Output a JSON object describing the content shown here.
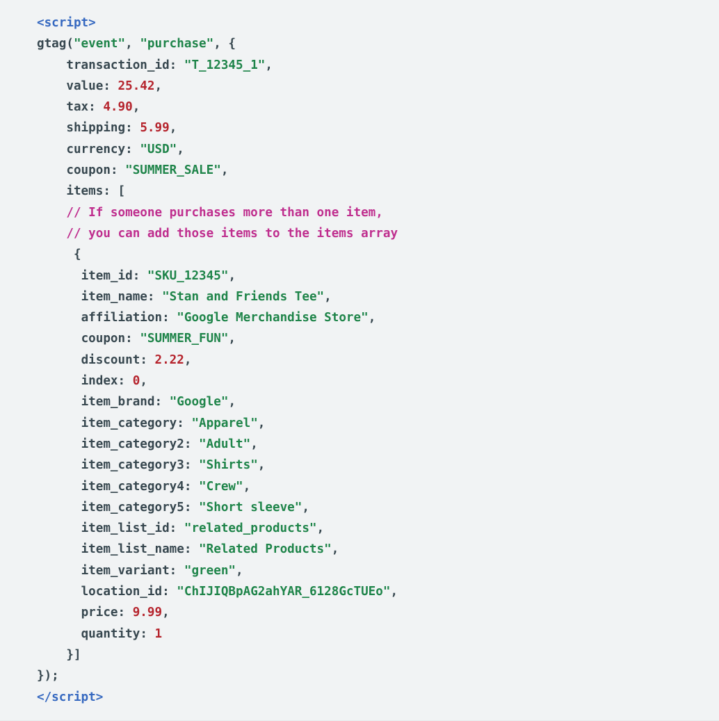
{
  "snippet": {
    "language": "html-javascript",
    "background_color": "#f1f3f4",
    "colors": {
      "tag": "#3568c0",
      "string": "#1e8449",
      "number": "#b5232c",
      "comment": "#bf2e8e",
      "plain": "#37474f"
    },
    "open_script_tag": "<script>",
    "close_script_tag": "</script>",
    "call_open": "gtag(",
    "event_arg": "\"event\"",
    "event_name_arg": "\"purchase\"",
    "call_open_tail": ", {",
    "close_brace_paren": "});",
    "items_close": "}]",
    "item_open_brace": "{",
    "items_key": "items: [",
    "comments": [
      "// If someone purchases more than one item,",
      "// you can add those items to the items array"
    ],
    "event_params": [
      {
        "key": "transaction_id",
        "value": "\"T_12345_1\"",
        "type": "string",
        "comma": ","
      },
      {
        "key": "value",
        "value": "25.42",
        "type": "number",
        "comma": ","
      },
      {
        "key": "tax",
        "value": "4.90",
        "type": "number",
        "comma": ","
      },
      {
        "key": "shipping",
        "value": "5.99",
        "type": "number",
        "comma": ","
      },
      {
        "key": "currency",
        "value": "\"USD\"",
        "type": "string",
        "comma": ","
      },
      {
        "key": "coupon",
        "value": "\"SUMMER_SALE\"",
        "type": "string",
        "comma": ","
      }
    ],
    "item_params": [
      {
        "key": "item_id",
        "value": "\"SKU_12345\"",
        "type": "string",
        "comma": ","
      },
      {
        "key": "item_name",
        "value": "\"Stan and Friends Tee\"",
        "type": "string",
        "comma": ","
      },
      {
        "key": "affiliation",
        "value": "\"Google Merchandise Store\"",
        "type": "string",
        "comma": ","
      },
      {
        "key": "coupon",
        "value": "\"SUMMER_FUN\"",
        "type": "string",
        "comma": ","
      },
      {
        "key": "discount",
        "value": "2.22",
        "type": "number",
        "comma": ","
      },
      {
        "key": "index",
        "value": "0",
        "type": "number",
        "comma": ","
      },
      {
        "key": "item_brand",
        "value": "\"Google\"",
        "type": "string",
        "comma": ","
      },
      {
        "key": "item_category",
        "value": "\"Apparel\"",
        "type": "string",
        "comma": ","
      },
      {
        "key": "item_category2",
        "value": "\"Adult\"",
        "type": "string",
        "comma": ","
      },
      {
        "key": "item_category3",
        "value": "\"Shirts\"",
        "type": "string",
        "comma": ","
      },
      {
        "key": "item_category4",
        "value": "\"Crew\"",
        "type": "string",
        "comma": ","
      },
      {
        "key": "item_category5",
        "value": "\"Short sleeve\"",
        "type": "string",
        "comma": ","
      },
      {
        "key": "item_list_id",
        "value": "\"related_products\"",
        "type": "string",
        "comma": ","
      },
      {
        "key": "item_list_name",
        "value": "\"Related Products\"",
        "type": "string",
        "comma": ","
      },
      {
        "key": "item_variant",
        "value": "\"green\"",
        "type": "string",
        "comma": ","
      },
      {
        "key": "location_id",
        "value": "\"ChIJIQBpAG2ahYAR_6128GcTUEo\"",
        "type": "string",
        "comma": ","
      },
      {
        "key": "price",
        "value": "9.99",
        "type": "number",
        "comma": ","
      },
      {
        "key": "quantity",
        "value": "1",
        "type": "number",
        "comma": ""
      }
    ]
  }
}
